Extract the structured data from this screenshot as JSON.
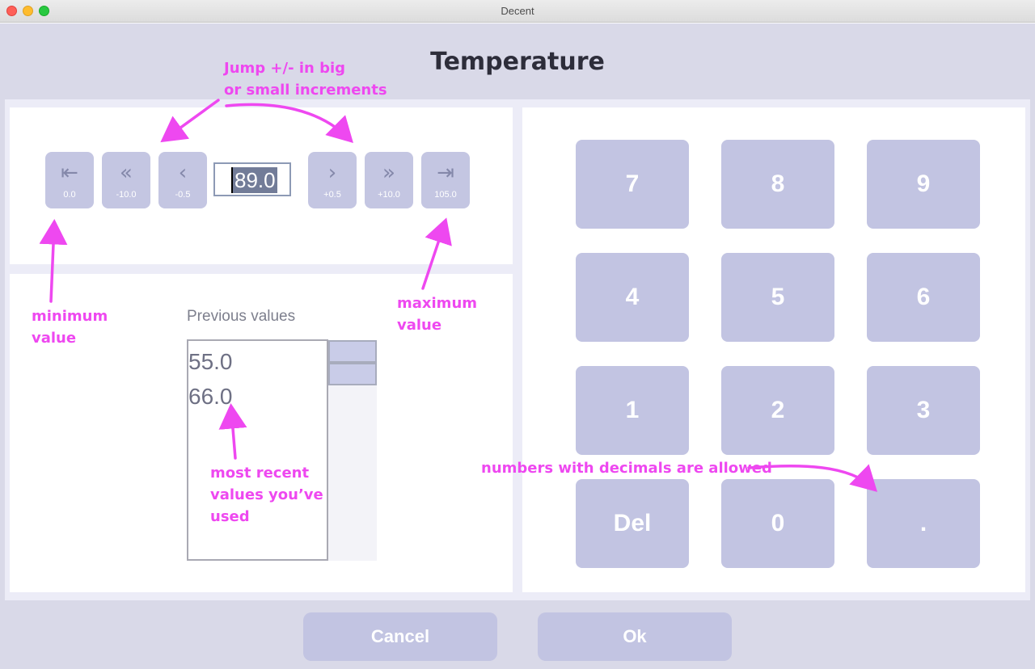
{
  "window": {
    "title": "Decent"
  },
  "dialog": {
    "title": "Temperature",
    "current_value": "89.0",
    "stepper": [
      {
        "name": "jump-to-min-button",
        "icon": "skip-to-start-icon",
        "glyph": "⇤",
        "label": "0.0"
      },
      {
        "name": "decrement-big-button",
        "icon": "double-chevron-left-icon",
        "glyph": "«",
        "label": "-10.0"
      },
      {
        "name": "decrement-small-button",
        "icon": "chevron-left-icon",
        "glyph": "‹",
        "label": "-0.5"
      },
      {
        "name": "increment-small-button",
        "icon": "chevron-right-icon",
        "glyph": "›",
        "label": "+0.5"
      },
      {
        "name": "increment-big-button",
        "icon": "double-chevron-right-icon",
        "glyph": "»",
        "label": "+10.0"
      },
      {
        "name": "jump-to-max-button",
        "icon": "skip-to-end-icon",
        "glyph": "⇥",
        "label": "105.0"
      }
    ],
    "history": {
      "label": "Previous values",
      "items": [
        "55.0",
        "66.0"
      ]
    },
    "keypad": [
      "7",
      "8",
      "9",
      "4",
      "5",
      "6",
      "1",
      "2",
      "3",
      "Del",
      "0",
      "."
    ],
    "buttons": {
      "cancel": "Cancel",
      "ok": "Ok"
    }
  },
  "annotations": {
    "jump": [
      "Jump +/- in big",
      "or small increments"
    ],
    "min": [
      "minimum",
      "value"
    ],
    "max": [
      "maximum",
      "value"
    ],
    "recent": [
      "most recent",
      "values you’ve",
      "used"
    ],
    "decimals": "numbers with decimals are allowed"
  },
  "colors": {
    "annotation": "#ee48f0",
    "button": "#c2c4e2",
    "background": "#d9d9e8"
  }
}
